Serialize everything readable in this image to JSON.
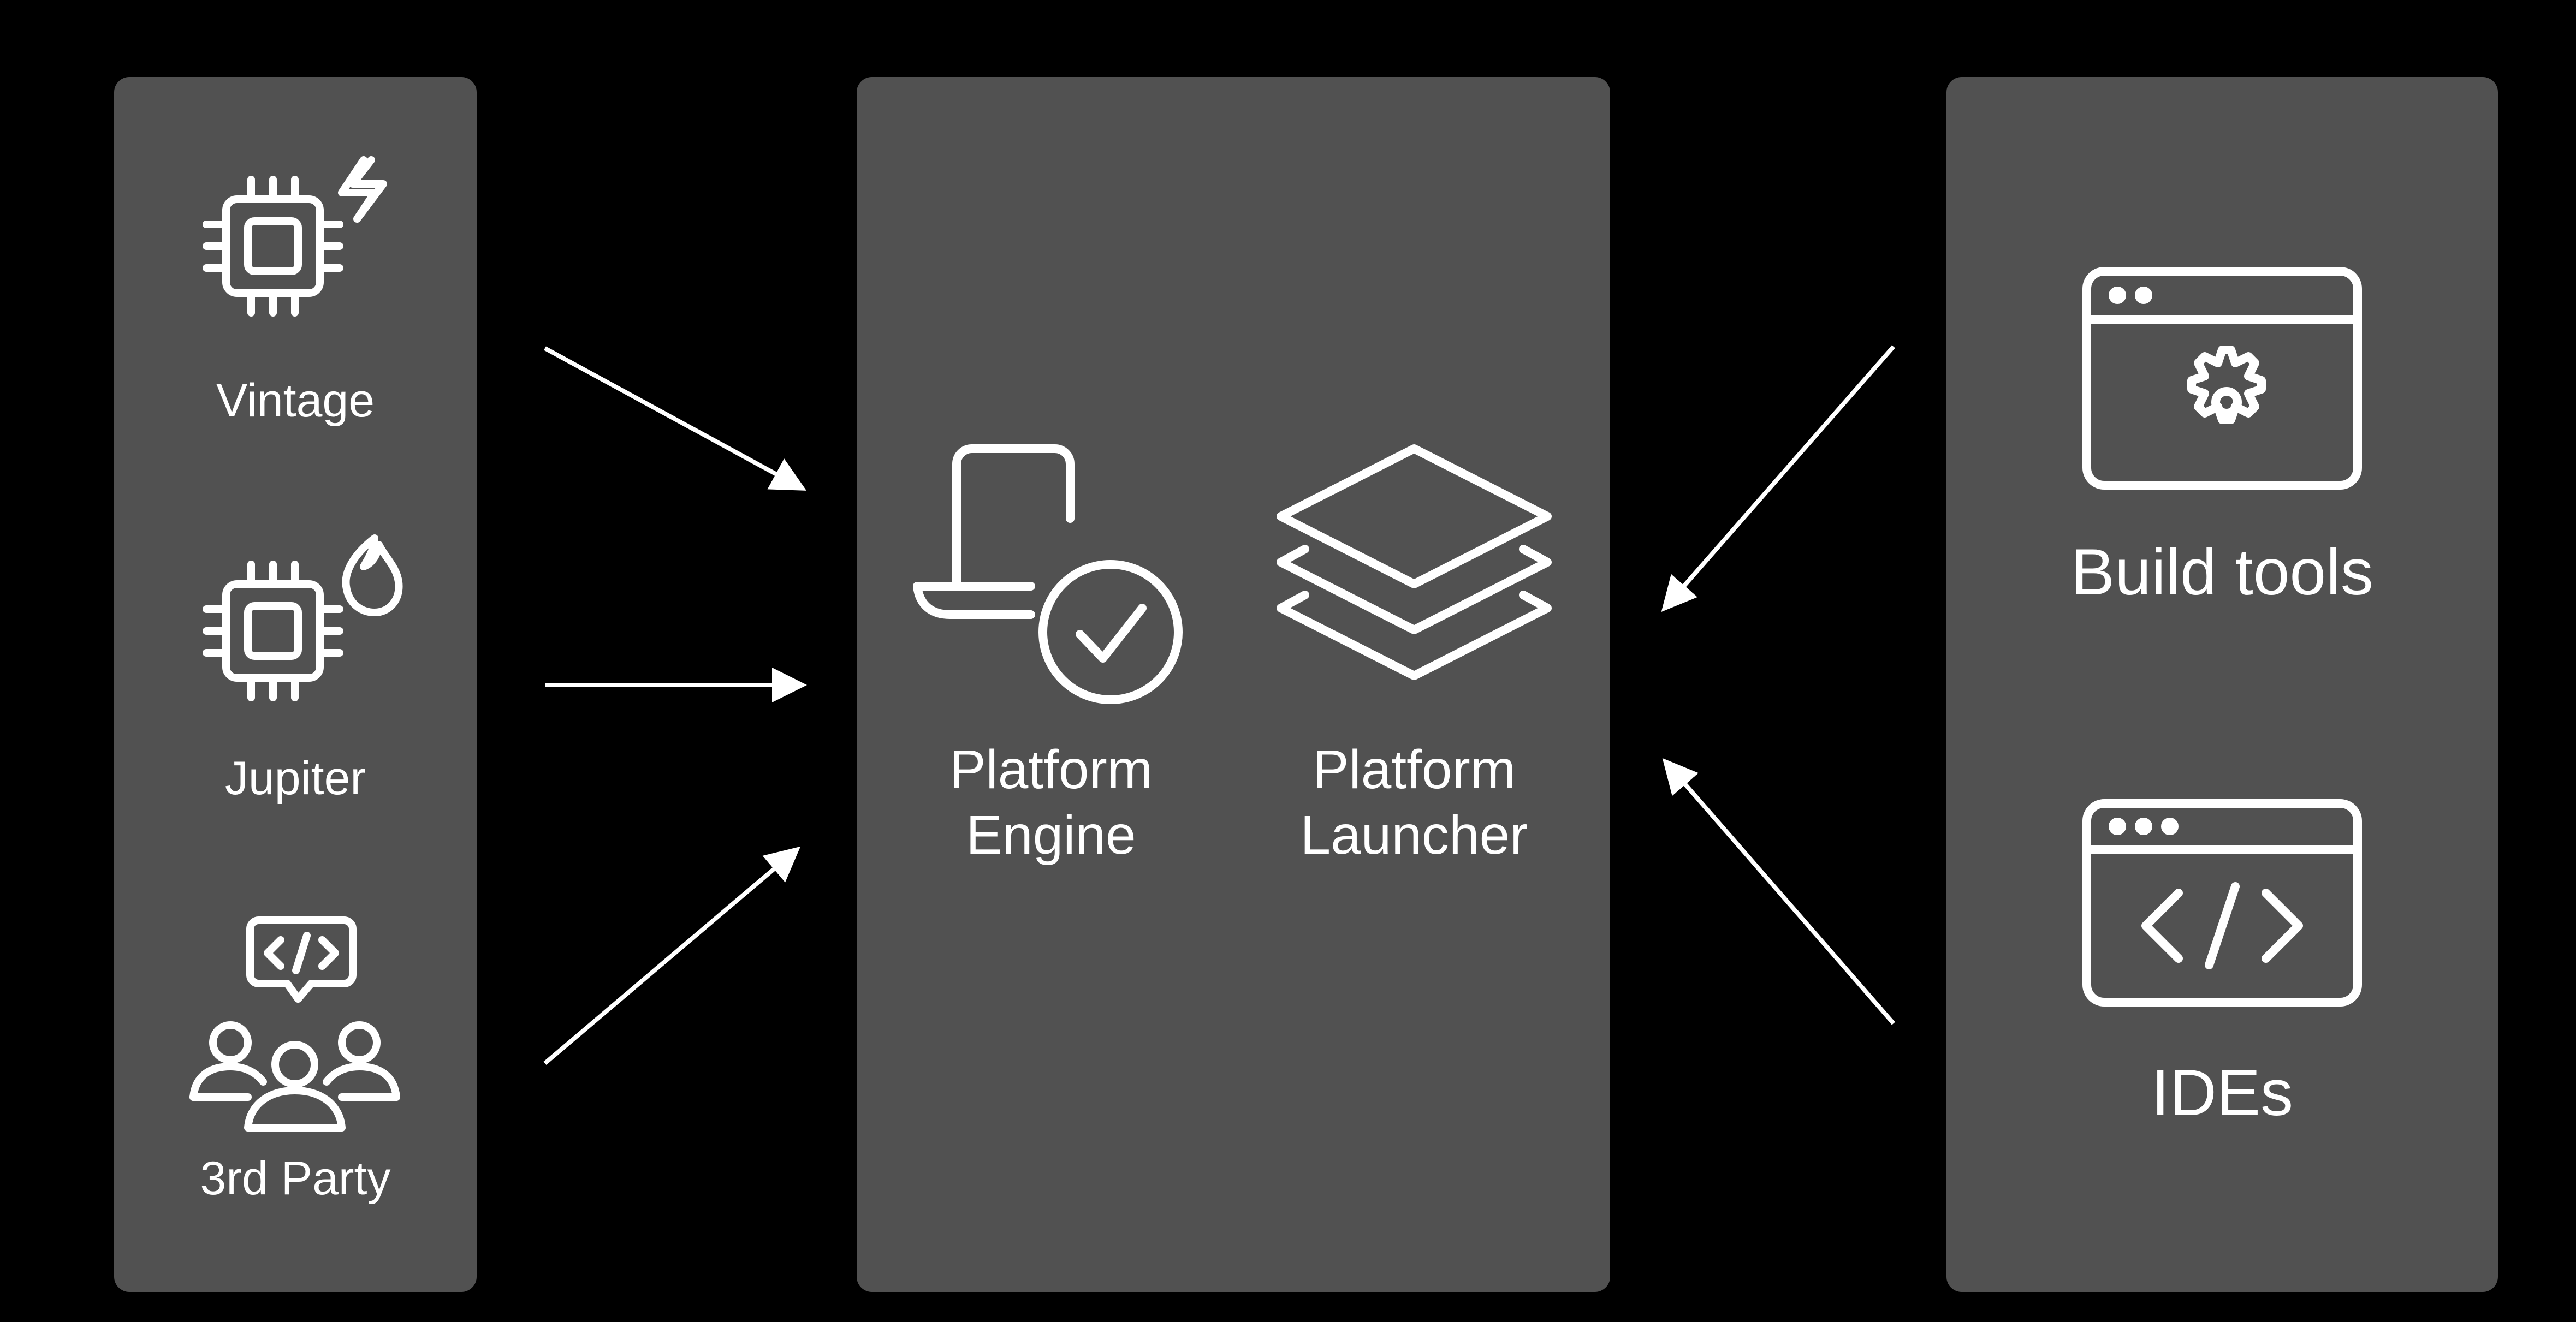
{
  "colors": {
    "background": "#000000",
    "panel": "#515151",
    "foreground": "#ffffff"
  },
  "sources": [
    {
      "label": "Vintage",
      "icon": "cpu-lightning-icon"
    },
    {
      "label": "Jupiter",
      "icon": "cpu-flame-icon"
    },
    {
      "label": "3rd Party",
      "icon": "community-code-icon"
    }
  ],
  "platform": [
    {
      "label_line1": "Platform",
      "label_line2": "Engine",
      "icon": "laptop-check-icon"
    },
    {
      "label_line1": "Platform",
      "label_line2": "Launcher",
      "icon": "layers-icon"
    }
  ],
  "clients": [
    {
      "label": "Build tools",
      "icon": "window-gear-icon"
    },
    {
      "label": "IDEs",
      "icon": "window-code-icon"
    }
  ]
}
